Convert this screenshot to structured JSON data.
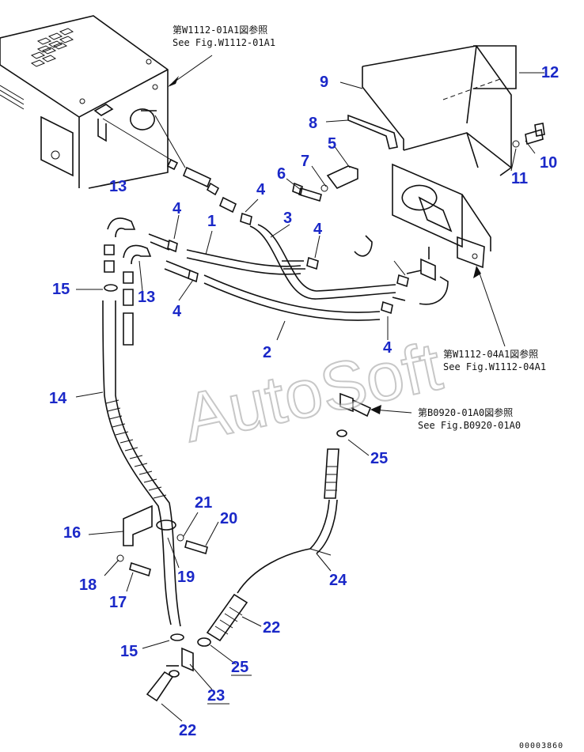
{
  "references": [
    {
      "id": "ref-w1112-01a1",
      "ja": "第W1112-01A1図参照",
      "en": "See Fig.W1112-01A1"
    },
    {
      "id": "ref-w1112-04a1",
      "ja": "第W1112-04A1図参照",
      "en": "See Fig.W1112-04A1"
    },
    {
      "id": "ref-b0920-01a0",
      "ja": "第B0920-01A0図参照",
      "en": "See Fig.B0920-01A0"
    }
  ],
  "watermark": "AutoSoft",
  "doc_id": "00003860",
  "part_labels": [
    "12",
    "9",
    "8",
    "10",
    "5",
    "11",
    "7",
    "6",
    "13",
    "4",
    "3",
    "1",
    "4",
    "4",
    "15",
    "13",
    "4",
    "2",
    "4",
    "14",
    "25",
    "21",
    "20",
    "16",
    "19",
    "18",
    "17",
    "24",
    "22",
    "15",
    "25",
    "23",
    "22"
  ],
  "colors": {
    "label": "#1a28c8",
    "line": "#111111"
  }
}
